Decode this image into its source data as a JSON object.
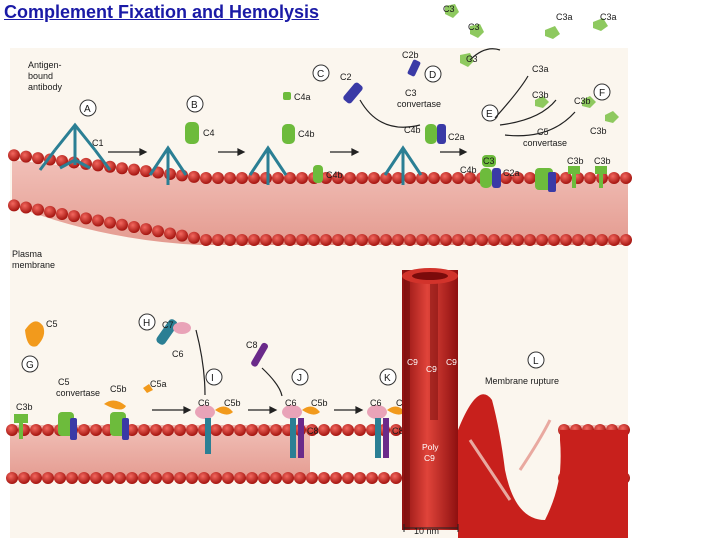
{
  "title": "Complement Fixation and Hemolysis",
  "steps": {
    "A": "A",
    "B": "B",
    "C": "C",
    "D": "D",
    "E": "E",
    "F": "F",
    "G": "G",
    "H": "H",
    "I": "I",
    "J": "J",
    "K": "K",
    "L": "L"
  },
  "labels": {
    "antigen_bound_antibody": [
      "Antigen-",
      "bound",
      "antibody"
    ],
    "plasma_membrane": [
      "Plasma",
      "membrane"
    ],
    "c1": "C1",
    "c4": "C4",
    "c4a": "C4a",
    "c4b": "C4b",
    "c2": "C2",
    "c2a": "C2a",
    "c2b": "C2b",
    "c3": "C3",
    "c3a": "C3a",
    "c3b": "C3b",
    "c3_convertase": [
      "C3",
      "convertase"
    ],
    "c5_convertase": [
      "C5",
      "convertase"
    ],
    "c5": "C5",
    "c5a": "C5a",
    "c5b": "C5b",
    "c6": "C6",
    "c7": "C7",
    "c8": "C8",
    "c9": "C9",
    "poly_c9": [
      "Poly",
      "C9"
    ],
    "membrane_rupture": "Membrane rupture",
    "scale": "10 nm"
  },
  "colors": {
    "membrane_head": "#c8201c",
    "membrane_tail": "#e9a9a0",
    "antibody": "#2b7f94",
    "c_green": "#6dbb3c",
    "c_blue": "#3a3aa6",
    "c_purple": "#6a2a8a",
    "c5_orange": "#f29a1c",
    "c6_pink": "#e9a3b8",
    "pore_red": "#b51c1c",
    "title": "#1a1aa6"
  }
}
